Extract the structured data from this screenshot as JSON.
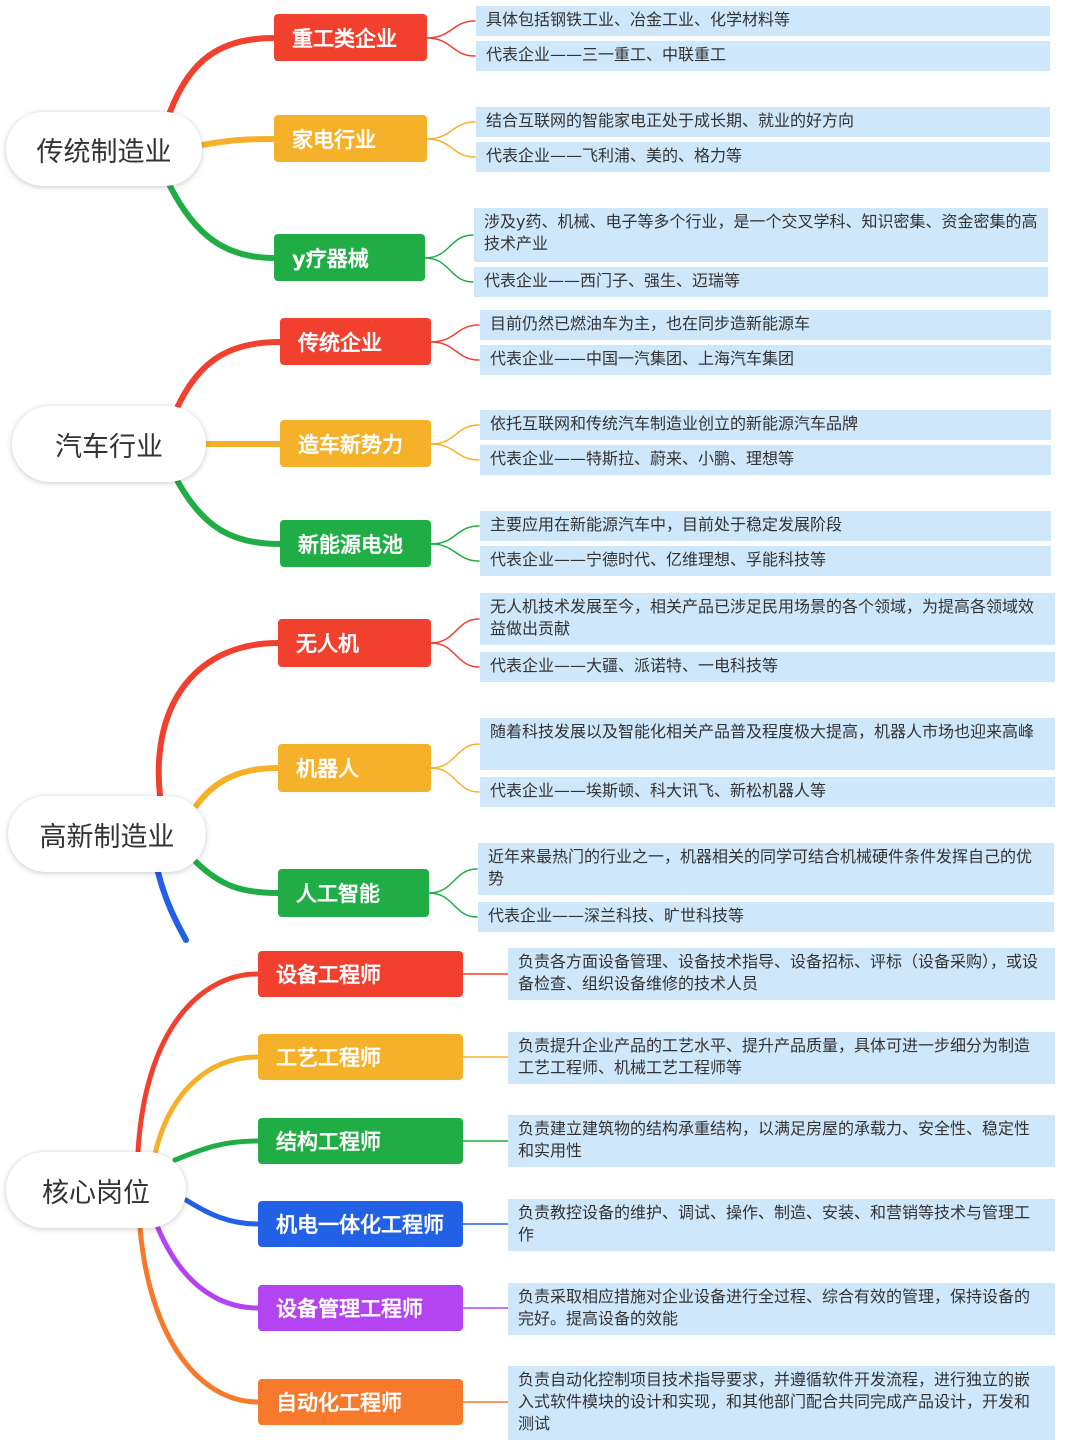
{
  "colors": {
    "red": "#f2402f",
    "orange": "#f6b12a",
    "green": "#21ad45",
    "blue": "#2260e6",
    "purple": "#b444f2",
    "deep_orange": "#f77a2c",
    "leaf_bg": "#cfe7fb"
  },
  "groups": [
    {
      "root": "传统制造业",
      "branches": [
        {
          "label": "重工类企业",
          "color": "#f2402f",
          "leaves": [
            "具体包括钢铁工业、冶金工业、化学材料等",
            "代表企业——三一重工、中联重工"
          ]
        },
        {
          "label": "家电行业",
          "color": "#f6b12a",
          "leaves": [
            "结合互联网的智能家电正处于成长期、就业的好方向",
            "代表企业——飞利浦、美的、格力等"
          ]
        },
        {
          "label": "y疗器械",
          "color": "#21ad45",
          "leaves": [
            "涉及y药、机械、电子等多个行业，是一个交叉学科、知识密集、资金密集的高技术产业",
            "代表企业——西门子、强生、迈瑞等"
          ]
        }
      ]
    },
    {
      "root": "汽车行业",
      "branches": [
        {
          "label": "传统企业",
          "color": "#f2402f",
          "leaves": [
            "目前仍然已燃油车为主，也在同步造新能源车",
            "代表企业——中国一汽集团、上海汽车集团"
          ]
        },
        {
          "label": "造车新势力",
          "color": "#f6b12a",
          "leaves": [
            "依托互联网和传统汽车制造业创立的新能源汽车品牌",
            "代表企业——特斯拉、蔚来、小鹏、理想等"
          ]
        },
        {
          "label": "新能源电池",
          "color": "#21ad45",
          "leaves": [
            "主要应用在新能源汽车中，目前处于稳定发展阶段",
            "代表企业——宁德时代、亿维理想、孚能科技等"
          ]
        }
      ]
    },
    {
      "root": "高新制造业",
      "branches": [
        {
          "label": "无人机",
          "color": "#f2402f",
          "leaves": [
            "无人机技术发展至今，相关产品已涉足民用场景的各个领域，为提高各领域效益做出贡献",
            "代表企业——大疆、派诺特、一电科技等"
          ]
        },
        {
          "label": "机器人",
          "color": "#f6b12a",
          "leaves": [
            "随着科技发展以及智能化相关产品普及程度极大提高，机器人市场也迎来高峰",
            "代表企业——埃斯顿、科大讯飞、新松机器人等"
          ]
        },
        {
          "label": "人工智能",
          "color": "#21ad45",
          "leaves": [
            "近年来最热门的行业之一，机器相关的同学可结合机械硬件条件发挥自己的优势",
            "代表企业——深兰科技、旷世科技等"
          ]
        }
      ]
    },
    {
      "root": "核心岗位",
      "branches": [
        {
          "label": "设备工程师",
          "color": "#f2402f",
          "leaves": [
            "负责各方面设备管理、设备技术指导、设备招标、评标（设备采购），或设备检查、组织设备维修的技术人员"
          ]
        },
        {
          "label": "工艺工程师",
          "color": "#f6b12a",
          "leaves": [
            "负责提升企业产品的工艺水平、提升产品质量，具体可进一步细分为制造工艺工程师、机械工艺工程师等"
          ]
        },
        {
          "label": "结构工程师",
          "color": "#21ad45",
          "leaves": [
            "负责建立建筑物的结构承重结构，以满足房屋的承载力、安全性、稳定性和实用性"
          ]
        },
        {
          "label": "机电一体化工程师",
          "color": "#2260e6",
          "leaves": [
            "负责教控设备的维护、调试、操作、制造、安装、和营销等技术与管理工作"
          ]
        },
        {
          "label": "设备管理工程师",
          "color": "#b444f2",
          "leaves": [
            "负责采取相应措施对企业设备进行全过程、综合有效的管理，保持设备的完好。提高设备的效能"
          ]
        },
        {
          "label": "自动化工程师",
          "color": "#f77a2c",
          "leaves": [
            "负责自动化控制项目技术指导要求，并遵循软件开发流程，进行独立的嵌入式软件模块的设计和实现，和其他部门配合共同完成产品设计，开发和测试"
          ]
        }
      ]
    }
  ]
}
